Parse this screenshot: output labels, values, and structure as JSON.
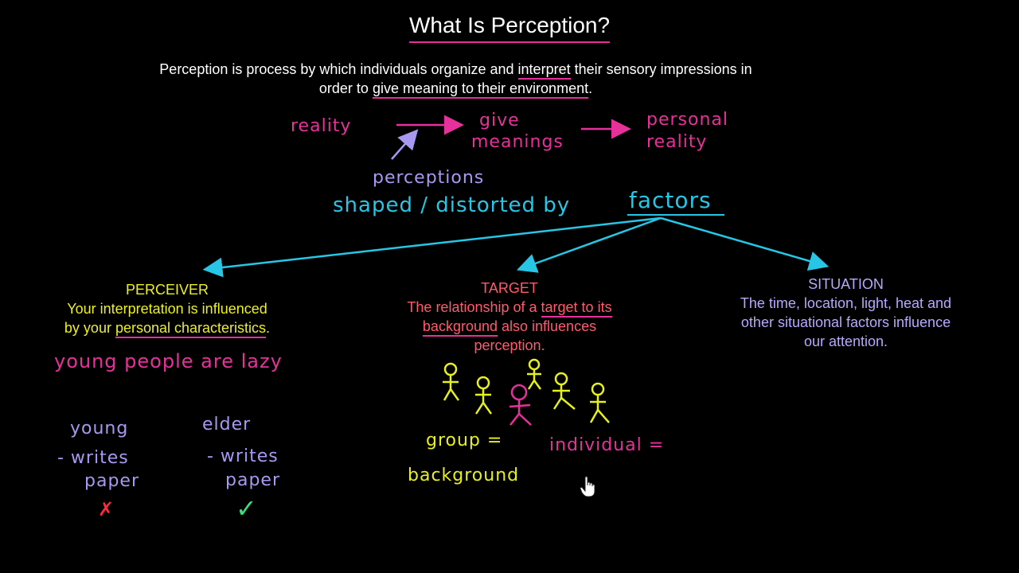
{
  "title": "What Is Perception?",
  "definition": {
    "part1": "Perception is process by which individuals organize and ",
    "highlight1": "interpret",
    "part2": " their sensory impressions in order to ",
    "highlight2": "give meaning to their environment",
    "part3": "."
  },
  "flow": {
    "reality": "reality",
    "give_meanings_1": "give",
    "give_meanings_2": "meanings",
    "personal_reality_1": "personal",
    "personal_reality_2": "reality",
    "perceptions": "perceptions",
    "shaped_by": "shaped / distorted by",
    "factors": "factors"
  },
  "perceiver": {
    "heading": "PERCEIVER",
    "line1": "Your interpretation is influenced",
    "line2_prefix": "by your ",
    "line2_highlight": "personal characteristics",
    "line2_suffix": ".",
    "example": "young people are lazy",
    "young": "young",
    "young_writes": "- writes",
    "young_paper": "paper",
    "young_mark": "✗",
    "elder": "elder",
    "elder_writes": "- writes",
    "elder_paper": "paper",
    "elder_mark": "✓"
  },
  "target": {
    "heading": "TARGET",
    "line1_prefix": "The relationship of a ",
    "line1_highlight": "target to its",
    "line2_highlight": "background",
    "line2_suffix": " also influences",
    "line3": "perception.",
    "group_label": "group =",
    "background_label": "background",
    "individual_label": "individual ="
  },
  "situation": {
    "heading": "SITUATION",
    "line1": "The time, location, light, heat and",
    "line2": "other situational factors influence",
    "line3": "our attention."
  },
  "colors": {
    "pink": "#e6319b",
    "blue": "#27c6e6",
    "lavender": "#a998f0",
    "yellow": "#e7f01d",
    "green": "#38e07a",
    "red": "#ff2a3a",
    "salmon": "#ff5a6e"
  },
  "icons": [
    "arrow-icon",
    "stick-figure-icon",
    "cross-icon",
    "check-icon",
    "hand-cursor-icon"
  ]
}
